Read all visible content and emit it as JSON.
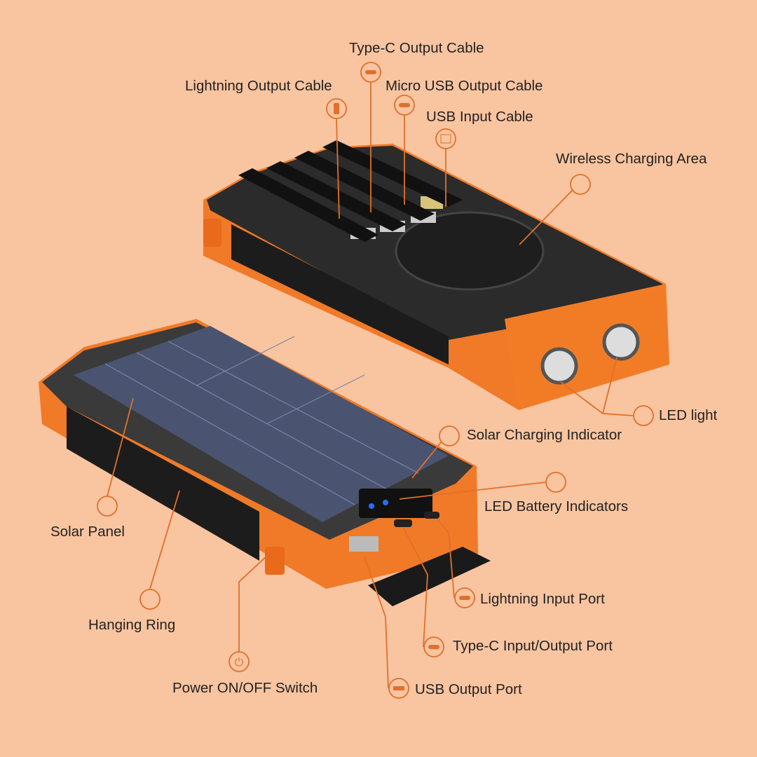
{
  "colors": {
    "background": "#F9C4A0",
    "accent": "#F07A28",
    "body": "#2A2A2A",
    "line": "#E0702A"
  },
  "labels": {
    "type_c_output_cable": "Type-C Output Cable",
    "lightning_output_cable": "Lightning Output Cable",
    "micro_usb_output_cable": "Micro USB Output Cable",
    "usb_input_cable": "USB Input Cable",
    "wireless_charging_area": "Wireless Charging Area",
    "led_light": "LED light",
    "solar_charging_indicator": "Solar Charging Indicator",
    "led_battery_indicators": "LED Battery Indicators",
    "solar_panel": "Solar Panel",
    "hanging_ring": "Hanging Ring",
    "power_switch": "Power ON/OFF Switch",
    "lightning_input_port": "Lightning Input Port",
    "type_c_port": "Type-C Input/Output Port",
    "usb_output_port": "USB Output Port"
  }
}
